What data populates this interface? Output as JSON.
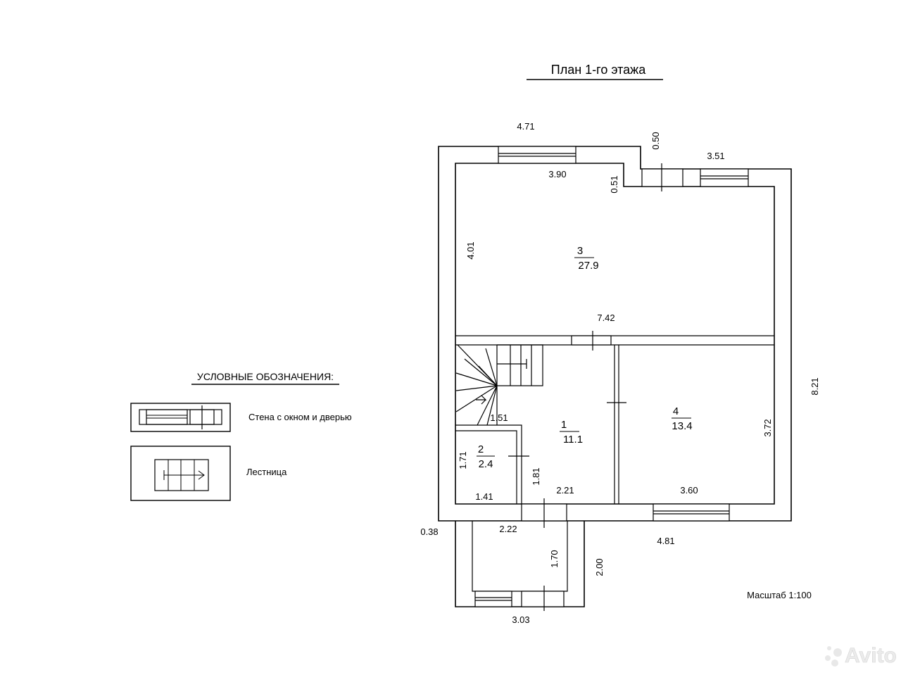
{
  "title": "План 1-го этажа",
  "scale": "Масштаб 1:100",
  "legend": {
    "heading": "УСЛОВНЫЕ ОБОЗНАЧЕНИЯ:",
    "items": [
      {
        "label": "Стена с окном и дверью",
        "icon": "wall-window-door-icon"
      },
      {
        "label": "Лестница",
        "icon": "staircase-icon"
      }
    ]
  },
  "rooms": [
    {
      "number": "3",
      "area": "27.9"
    },
    {
      "number": "1",
      "area": "11.1"
    },
    {
      "number": "4",
      "area": "13.4"
    },
    {
      "number": "2",
      "area": "2.4"
    }
  ],
  "dimensions": {
    "top_left_outer": "4.71",
    "top_left_inner": "3.90",
    "step_outer": "0.50",
    "step_inner": "0.51",
    "top_right": "3.51",
    "room3_height": "4.01",
    "mid_width": "7.42",
    "total_height": "8.21",
    "stair_width": "1.51",
    "room2_height": "1.71",
    "room2_width": "1.41",
    "corridor_height": "1.81",
    "corridor_width": "2.21",
    "room4_height": "3.72",
    "room4_width": "3.60",
    "wall_thickness": "0.38",
    "porch_inner_width": "2.22",
    "porch_inner_depth": "1.70",
    "porch_outer_depth": "2.00",
    "bottom_right": "4.81",
    "porch_outer_width": "3.03"
  },
  "watermark": "Avito"
}
